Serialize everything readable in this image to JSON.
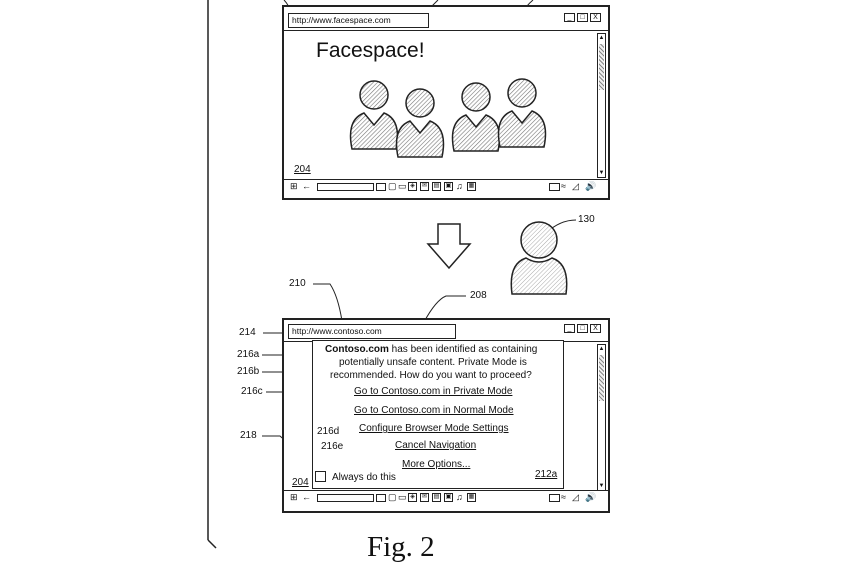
{
  "top_window": {
    "url": "http://www.facespace.com",
    "heading": "Facespace!",
    "ref_label": "204",
    "controls": [
      "_",
      "□",
      "X"
    ]
  },
  "arrow_icon": "down-arrow-icon",
  "user_label": "130",
  "bottom_window": {
    "url": "http://www.contoso.com",
    "ref_label": "204",
    "window_label": "208",
    "addressbar_label": "210",
    "controls": [
      "_",
      "□",
      "X"
    ],
    "dialog": {
      "ref_label": "212a",
      "label_ref": "214",
      "message_bold": "Contoso.com",
      "message_line1": " has been identified as containing",
      "message_line2": "potentially unsafe content. Private Mode is",
      "message_line3": "recommended.  How do you want to proceed?",
      "options": [
        {
          "ref": "216a",
          "label": "Go to Contoso.com in Private Mode"
        },
        {
          "ref": "216b",
          "label": "Go to Contoso.com in Normal Mode"
        },
        {
          "ref": "216c",
          "label": "Configure Browser Mode Settings"
        },
        {
          "ref": "216d",
          "label": "Cancel Navigation"
        },
        {
          "ref": "216e",
          "label": "More Options..."
        }
      ],
      "checkbox_ref": "218",
      "checkbox_label": "Always do this",
      "checkbox_checked": false
    }
  },
  "caption": "Fig. 2"
}
